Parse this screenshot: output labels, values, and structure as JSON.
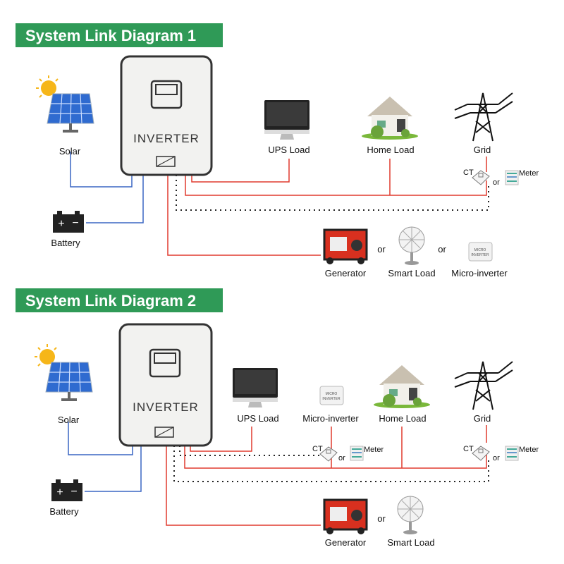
{
  "colors": {
    "title_bg": "#2f9a57",
    "ac_line": "#e03a2e",
    "dc_line": "#3a66c4",
    "comm_line": "#222222"
  },
  "diagram1": {
    "title": "System Link Diagram 1",
    "inverter": "INVERTER",
    "solar": "Solar",
    "battery": "Battery",
    "ups_load": "UPS Load",
    "home_load": "Home Load",
    "grid": "Grid",
    "ct": "CT",
    "or": "or",
    "meter": "Meter",
    "generator": "Generator",
    "smart_load": "Smart Load",
    "micro_inverter": "Micro-inverter",
    "micro_icon_text": [
      "MICRO",
      "INVERTER"
    ]
  },
  "diagram2": {
    "title": "System Link Diagram 2",
    "inverter": "INVERTER",
    "solar": "Solar",
    "battery": "Battery",
    "ups_load": "UPS Load",
    "micro_inverter": "Micro-inverter",
    "home_load": "Home Load",
    "grid": "Grid",
    "ct": "CT",
    "or": "or",
    "meter": "Meter",
    "generator": "Generator",
    "smart_load": "Smart Load",
    "micro_icon_text": [
      "MICRO",
      "INVERTER"
    ]
  }
}
